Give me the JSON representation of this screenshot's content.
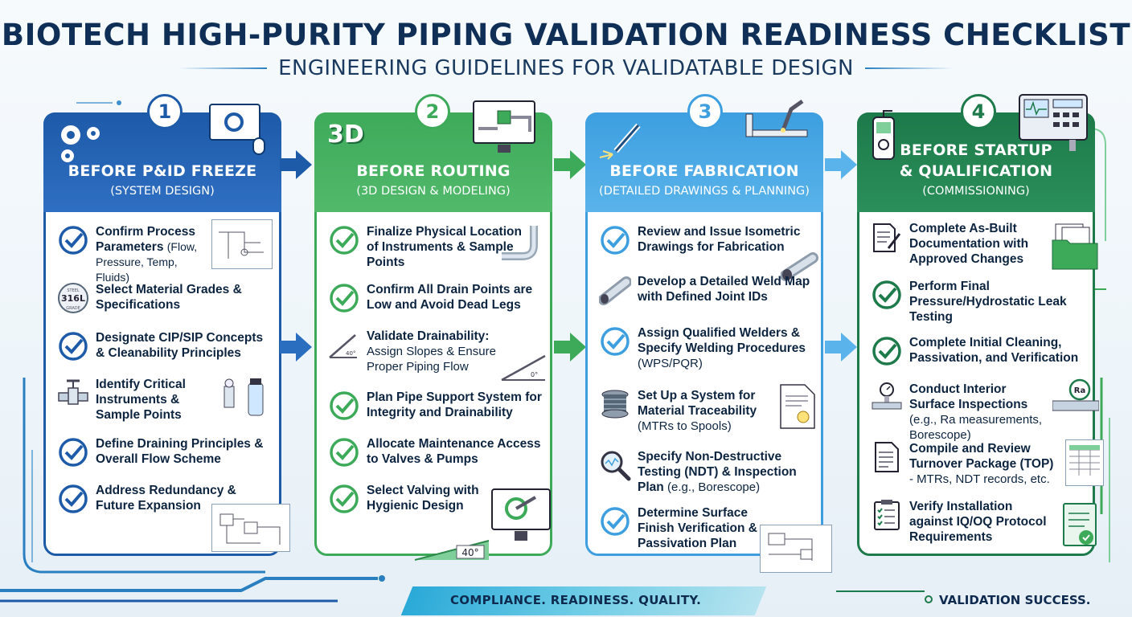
{
  "title": "BIOTECH HIGH-PURITY PIPING VALIDATION READINESS CHECKLIST",
  "subtitle": "ENGINEERING GUIDELINES FOR VALIDATABLE DESIGN",
  "colors": {
    "blue": "#1d5aa8",
    "green": "#3daa5a",
    "lightblue": "#3d9fe0",
    "darkgreen": "#1d7a4a"
  },
  "stages": [
    {
      "number": "1",
      "title": "BEFORE P&ID FREEZE",
      "subtitle": "(SYSTEM DESIGN)",
      "items": [
        {
          "icon": "check-icon",
          "text": "Confirm Process Parameters",
          "note": "(Flow, Pressure, Temp, Fluids)"
        },
        {
          "icon": "316l-steel-badge-icon",
          "text": "Select Material Grades & Specifications",
          "badge": "316L",
          "badge_top": "STEEL",
          "badge_bottom": "GRADE"
        },
        {
          "icon": "check-icon",
          "text": "Designate CIP/SIP Concepts & Cleanability Principles"
        },
        {
          "icon": "valve-icon",
          "text": "Identify Critical Instruments & Sample Points"
        },
        {
          "icon": "check-icon",
          "text": "Define Draining Principles & Overall Flow Scheme"
        },
        {
          "icon": "check-icon",
          "text": "Address Redundancy & Future Expansion"
        }
      ]
    },
    {
      "number": "2",
      "title": "BEFORE ROUTING",
      "subtitle": "(3D DESIGN & MODELING)",
      "head_label": "3D",
      "items": [
        {
          "icon": "check-icon",
          "text": "Finalize Physical Location of Instruments & Sample Points"
        },
        {
          "icon": "check-icon",
          "text": "Confirm All Drain Points are Low and Avoid Dead Legs"
        },
        {
          "icon": "slope-icon",
          "text": "Validate Drainability:",
          "note": "Assign Slopes & Ensure Proper Piping Flow",
          "slope_left": "40°",
          "slope_right": "0°"
        },
        {
          "icon": "check-icon",
          "text": "Plan Pipe Support System for Integrity and Drainability"
        },
        {
          "icon": "check-icon",
          "text": "Allocate Maintenance Access to Valves & Pumps"
        },
        {
          "icon": "check-icon",
          "text": "Select Valving with Hygienic Design",
          "angle": "40°"
        }
      ]
    },
    {
      "number": "3",
      "title": "BEFORE FABRICATION",
      "subtitle": "(DETAILED DRAWINGS & PLANNING)",
      "items": [
        {
          "icon": "check-icon",
          "text": "Review and Issue Isometric Drawings for Fabrication"
        },
        {
          "icon": "pipe-icon",
          "text": "Develop a Detailed Weld Map with Defined Joint IDs"
        },
        {
          "icon": "check-icon",
          "text": "Assign Qualified Welders & Specify Welding Procedures",
          "note": "(WPS/PQR)"
        },
        {
          "icon": "wire-spool-icon",
          "text": "Set Up a System for Material Traceability",
          "note": "(MTRs to Spools)"
        },
        {
          "icon": "magnifier-icon",
          "text": "Specify Non-Destructive Testing (NDT) & Inspection Plan",
          "note": "(e.g., Borescope)"
        },
        {
          "icon": "check-icon",
          "text": "Determine Surface Finish Verification & Passivation Plan"
        }
      ]
    },
    {
      "number": "4",
      "title": "BEFORE STARTUP & QUALIFICATION",
      "title_line1": "BEFORE STARTUP",
      "title_line2": "& QUALIFICATION",
      "subtitle": "(COMMISSIONING)",
      "items": [
        {
          "icon": "document-edit-icon",
          "text": "Complete As-Built Documentation with Approved Changes"
        },
        {
          "icon": "check-icon",
          "text": "Perform Final Pressure/Hydrostatic Leak Testing"
        },
        {
          "icon": "check-icon",
          "text": "Complete Initial Cleaning, Passivation, and Verification"
        },
        {
          "icon": "gauge-icon",
          "text": "Conduct Interior Surface Inspections",
          "note": "(e.g., Ra measurements, Borescope)",
          "gauge_label": "Ra"
        },
        {
          "icon": "report-icon",
          "text": "Compile and Review Turnover Package (TOP)",
          "note": "- MTRs, NDT records, etc."
        },
        {
          "icon": "clipboard-checklist-icon",
          "text": "Verify Installation against IQ/OQ Protocol Requirements"
        }
      ]
    }
  ],
  "footer": {
    "left": "COMPLIANCE. READINESS. QUALITY.",
    "right": "VALIDATION SUCCESS."
  }
}
